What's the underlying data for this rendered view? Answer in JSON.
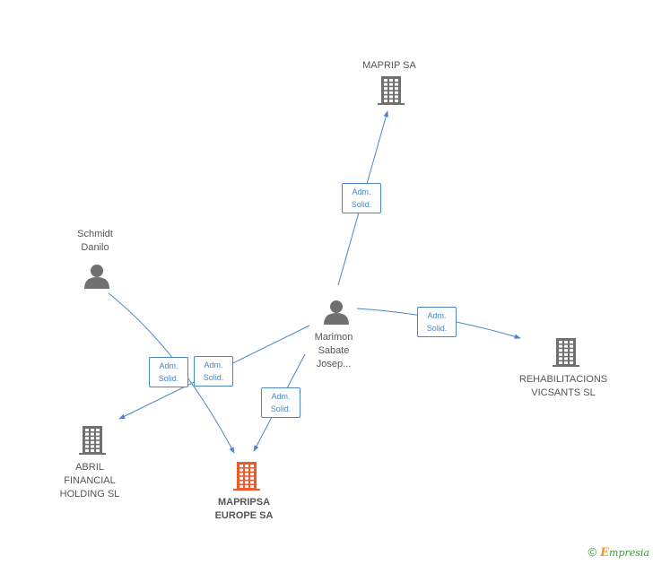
{
  "colors": {
    "edge": "#4a86c8",
    "company": "#707070",
    "person": "#707070",
    "main_company": "#f05a28"
  },
  "nodes": [
    {
      "id": "maprip",
      "type": "company",
      "label": "MAPRIP SA"
    },
    {
      "id": "schmidt",
      "type": "person",
      "label": "Schmidt\nDanilo"
    },
    {
      "id": "marimon",
      "type": "person",
      "label": "Marimon\nSabate\nJosep..."
    },
    {
      "id": "rehab",
      "type": "company",
      "label": "REHABILITACIONS\nVICSANTS SL"
    },
    {
      "id": "abril",
      "type": "company",
      "label": "ABRIL\nFINANCIAL\nHOLDING SL"
    },
    {
      "id": "mapripsa",
      "type": "main_company",
      "label": "MAPRIPSA\nEUROPE SA"
    }
  ],
  "edges": [
    {
      "from": "marimon",
      "to": "maprip",
      "label": "Adm.\nSolid."
    },
    {
      "from": "marimon",
      "to": "rehab",
      "label": "Adm.\nSolid."
    },
    {
      "from": "marimon",
      "to": "abril",
      "label": "Adm.\nSolid."
    },
    {
      "from": "marimon",
      "to": "mapripsa",
      "label": "Adm.\nSolid."
    },
    {
      "from": "schmidt",
      "to": "mapripsa",
      "label": "Adm.\nSolid."
    }
  ],
  "brand": {
    "copyright": "©",
    "first_letter": "E",
    "rest": "mpresia"
  }
}
